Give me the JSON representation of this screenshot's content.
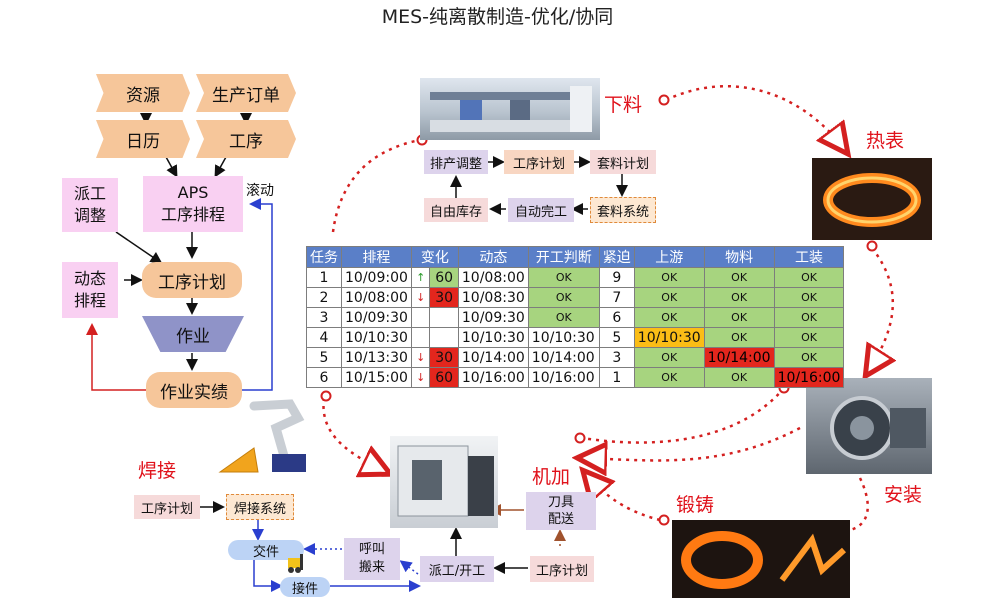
{
  "title": "MES-纯离散制造-优化/协同",
  "left_flow": {
    "resource": "资源",
    "order": "生产订单",
    "calendar": "日历",
    "process": "工序",
    "aps_line1": "APS",
    "aps_line2": "工序排程",
    "rolling": "滚动",
    "dispatch_line1": "派工",
    "dispatch_line2": "调整",
    "plan": "工序计划",
    "dynamic_line1": "动态",
    "dynamic_line2": "排程",
    "work": "作业",
    "result": "作业实绩"
  },
  "top_cycle": {
    "schedule_adjust": "排产调整",
    "process_plan": "工序计划",
    "kit_plan": "套料计划",
    "free_stock": "自由库存",
    "auto_complete": "自动完工",
    "kit_system": "套料系统"
  },
  "labels": {
    "cutting": "下料",
    "heat": "热表",
    "assembly": "安装",
    "machining": "机加",
    "forging": "锻铸",
    "welding": "焊接"
  },
  "table": {
    "headers": [
      "任务",
      "排程",
      "变化",
      "动态",
      "开工判断",
      "紧迫",
      "上游",
      "物料",
      "工装"
    ],
    "rows": [
      {
        "task": "1",
        "sched": "10/09:00",
        "arrow": "↑",
        "change": "60",
        "dyn": "10/08:00",
        "start": "OK",
        "urg": "9",
        "up": "OK",
        "mat": "OK",
        "tool": "OK"
      },
      {
        "task": "2",
        "sched": "10/08:00",
        "arrow": "↓",
        "change": "30",
        "dyn": "10/08:30",
        "start": "OK",
        "urg": "7",
        "up": "OK",
        "mat": "OK",
        "tool": "OK"
      },
      {
        "task": "3",
        "sched": "10/09:30",
        "arrow": "",
        "change": "",
        "dyn": "10/09:30",
        "start": "OK",
        "urg": "6",
        "up": "OK",
        "mat": "OK",
        "tool": "OK"
      },
      {
        "task": "4",
        "sched": "10/10:30",
        "arrow": "",
        "change": "",
        "dyn": "10/10:30",
        "start": "10/10:30",
        "urg": "5",
        "up": "10/10:30",
        "mat": "OK",
        "tool": "OK"
      },
      {
        "task": "5",
        "sched": "10/13:30",
        "arrow": "↓",
        "change": "30",
        "dyn": "10/14:00",
        "start": "10/14:00",
        "urg": "3",
        "up": "OK",
        "mat": "10/14:00",
        "tool": "OK"
      },
      {
        "task": "6",
        "sched": "10/15:00",
        "arrow": "↓",
        "change": "60",
        "dyn": "10/16:00",
        "start": "10/16:00",
        "urg": "1",
        "up": "OK",
        "mat": "OK",
        "tool": "10/16:00"
      }
    ]
  },
  "bottom_flow": {
    "weld_plan": "工序计划",
    "weld_system": "焊接系统",
    "handover": "交件",
    "call_line1": "呼叫",
    "call_line2": "搬来",
    "receive": "接件",
    "dispatch_start": "派工/开工",
    "process_plan": "工序计划",
    "tool_line1": "刀具",
    "tool_line2": "配送"
  },
  "colors": {
    "accent_red": "#e0121b",
    "header_blue": "#5a7fc8",
    "ok_green": "#a7d47f",
    "warn_orange": "#fbbd16",
    "alert_red": "#e3261d"
  }
}
